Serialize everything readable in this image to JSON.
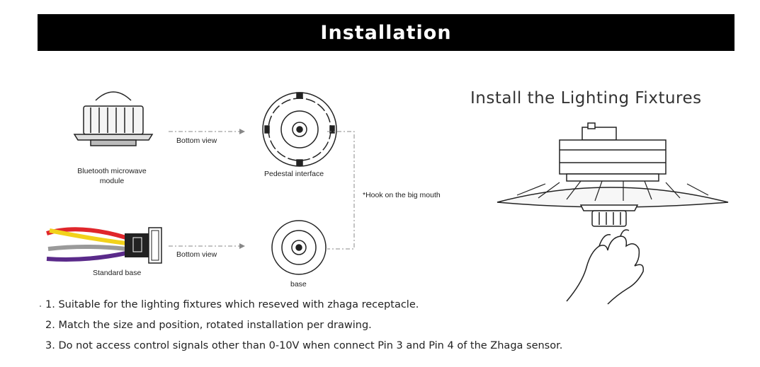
{
  "header": {
    "title": "Installation"
  },
  "fixtures_title": "Install the Lighting Fixtures",
  "diagram": {
    "bluetooth_label": "Bluetooth microwave module",
    "bottom_view_top": "Bottom view",
    "pedestal_label": "Pedestal interface",
    "hook_label": "*Hook on the big mouth",
    "standard_base_label": "Standard base",
    "bottom_view_bottom": "Bottom view",
    "base_label": "base"
  },
  "notes": [
    "1. Suitable for the lighting fixtures which reseved with zhaga receptacle.",
    "2. Match the size and position, rotated installation per drawing.",
    "3. Do not access control signals other than 0-10V when connect Pin 3 and Pin 4 of the Zhaga sensor."
  ],
  "colors": {
    "header_bg": "#000000",
    "header_text": "#ffffff",
    "wire_red": "#e0262b",
    "wire_yellow": "#f2d21b",
    "wire_purple": "#5a2a8a",
    "wire_gray": "#9a9a9a"
  }
}
